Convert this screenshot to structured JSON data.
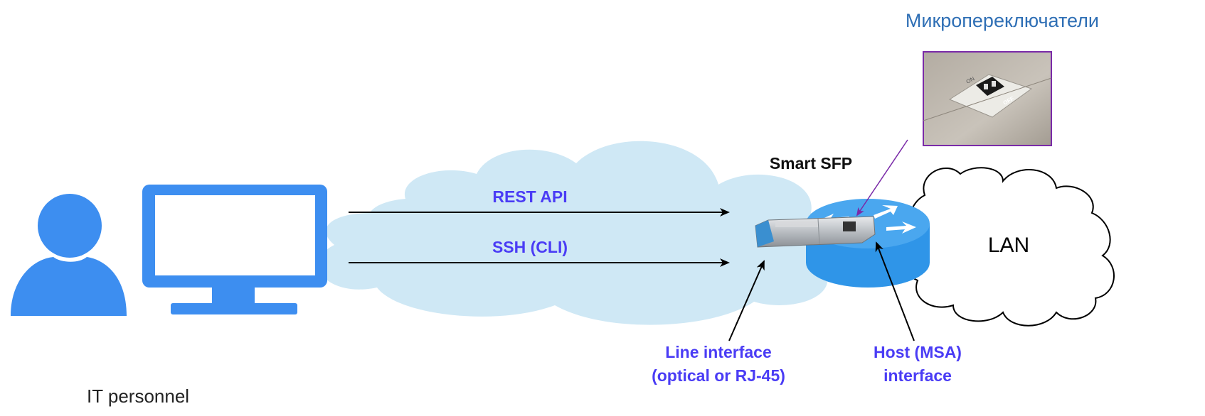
{
  "diagram": {
    "micro_switches_label": "Микропереключатели",
    "switch_on_label": "ON",
    "switch_off_label": "OFF",
    "smart_sfp_label": "Smart SFP",
    "rest_api_label": "REST API",
    "ssh_cli_label": "SSH (CLI)",
    "lan_label": "LAN",
    "it_personnel_label": "IT personnel",
    "line_interface_line1": "Line interface",
    "line_interface_line2": "(optical or RJ-45)",
    "host_interface_line1": "Host (MSA)",
    "host_interface_line2": "interface"
  },
  "colors": {
    "user_blue": "#3d8ef0",
    "label_blue": "#4a3cf5",
    "title_blue": "#2f6fb5",
    "cloud_fill": "#cfe8f5",
    "router_blue": "#2f95e8",
    "callout_purple": "#7a2aa8",
    "arrow_black": "#000000"
  },
  "icons": {
    "user": "person-icon",
    "monitor": "monitor-icon",
    "router": "router-icon",
    "sfp": "sfp-module-icon",
    "switch_photo": "dip-switch-photo"
  }
}
